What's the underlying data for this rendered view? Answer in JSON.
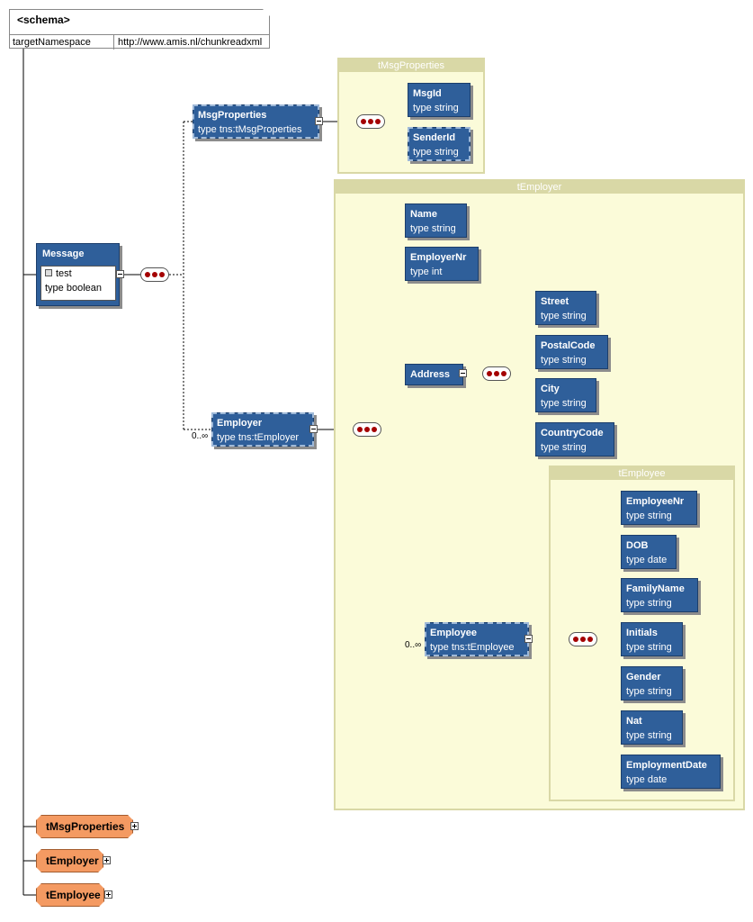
{
  "schema": {
    "title": "<schema>",
    "attr_key": "targetNamespace",
    "attr_value": "http://www.amis.nl/chunkreadxml"
  },
  "message": {
    "name": "Message",
    "attribute_name": "test",
    "attribute_type": "type  boolean"
  },
  "msg_properties": {
    "name": "MsgProperties",
    "type": "type  tns:tMsgProperties"
  },
  "employer": {
    "name": "Employer",
    "type": "type  tns:tEmployer",
    "cardinality": "0..∞"
  },
  "employee": {
    "name": "Employee",
    "type": "type  tns:tEmployee",
    "cardinality": "0..∞"
  },
  "panels": {
    "tMsgProperties": "tMsgProperties",
    "tEmployer": "tEmployer",
    "tEmployee": "tEmployee"
  },
  "msgprops_children": [
    {
      "name": "MsgId",
      "type": "type  string"
    },
    {
      "name": "SenderId",
      "type": "type  string"
    }
  ],
  "employer_children": [
    {
      "name": "Name",
      "type": "type  string"
    },
    {
      "name": "EmployerNr",
      "type": "type  int"
    },
    {
      "name": "Address"
    }
  ],
  "address_children": [
    {
      "name": "Street",
      "type": "type  string"
    },
    {
      "name": "PostalCode",
      "type": "type  string"
    },
    {
      "name": "City",
      "type": "type  string"
    },
    {
      "name": "CountryCode",
      "type": "type  string"
    }
  ],
  "employee_children": [
    {
      "name": "EmployeeNr",
      "type": "type  string"
    },
    {
      "name": "DOB",
      "type": "type  date"
    },
    {
      "name": "FamilyName",
      "type": "type  string"
    },
    {
      "name": "Initials",
      "type": "type  string"
    },
    {
      "name": "Gender",
      "type": "type  string"
    },
    {
      "name": "Nat",
      "type": "type  string"
    },
    {
      "name": "EmploymentDate",
      "type": "type  date"
    }
  ],
  "global_types": [
    {
      "name": "tMsgProperties"
    },
    {
      "name": "tEmployer"
    },
    {
      "name": "tEmployee"
    }
  ]
}
